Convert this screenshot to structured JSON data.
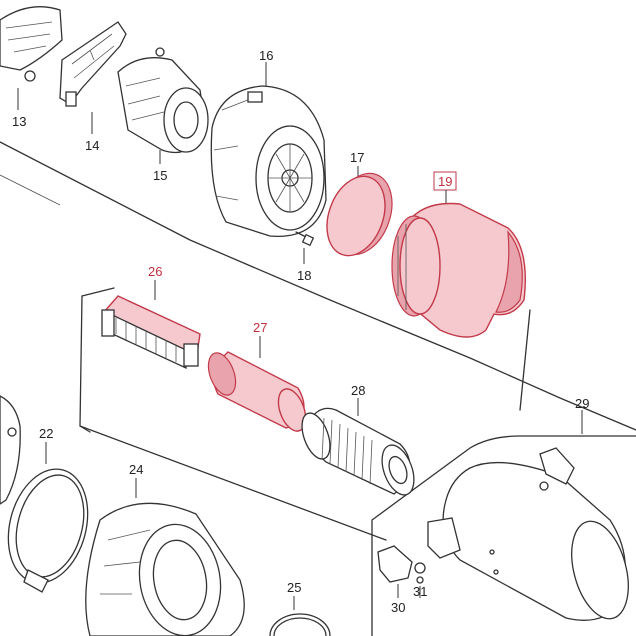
{
  "labels": {
    "p13": "13",
    "p14": "14",
    "p15": "15",
    "p16": "16",
    "p17": "17",
    "p18": "18",
    "p19": "19",
    "p22": "22",
    "p24": "24",
    "p25": "25",
    "p26": "26",
    "p27": "27",
    "p28": "28",
    "p29": "29",
    "p30": "30",
    "p31": "31"
  },
  "colors": {
    "highlight_fill": "#f6c9ce",
    "highlight_stroke": "#c23a4a",
    "line": "#333333",
    "label": "#222222"
  },
  "highlighted_parts": [
    "17",
    "19",
    "26",
    "27"
  ]
}
